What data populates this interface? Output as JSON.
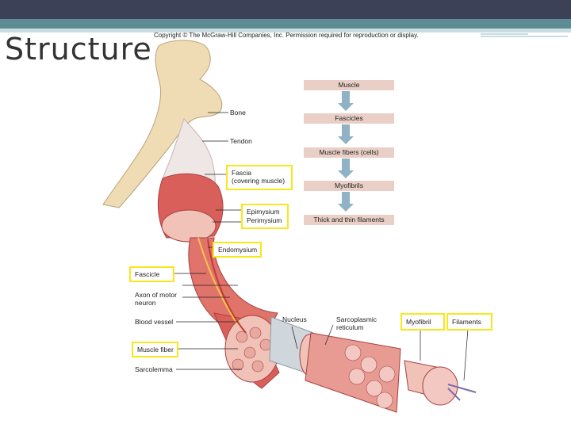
{
  "slide": {
    "title": "Structure"
  },
  "copyright": "Copyright © The McGraw-Hill Companies, Inc. Permission required for reproduction or display.",
  "hierarchy": [
    "Muscle",
    "Fascicles",
    "Muscle fibers (cells)",
    "Myofibrils",
    "Thick and thin filaments"
  ],
  "labels": {
    "bone": "Bone",
    "tendon": "Tendon",
    "fascia": "Fascia",
    "fascia_sub": "(covering muscle)",
    "epimysium": "Epimysium",
    "perimysium": "Perimysium",
    "endomysium": "Endomysium",
    "fascicle": "Fascicle",
    "axon_line1": "Axon of motor",
    "axon_line2": "neuron",
    "blood_vessel": "Blood vessel",
    "muscle_fiber": "Muscle fiber",
    "sarcolemma": "Sarcolemma",
    "nucleus": "Nucleus",
    "sr_line1": "Sarcoplasmic",
    "sr_line2": "reticulum",
    "myofibril": "Myofibril",
    "filaments": "Filaments"
  },
  "colors": {
    "highlight": "#f7e81c",
    "hierarchy_box": "#e9cfc6",
    "arrow": "#8fb3c4",
    "muscle": "#d9605a",
    "bone": "#efdcb4"
  }
}
